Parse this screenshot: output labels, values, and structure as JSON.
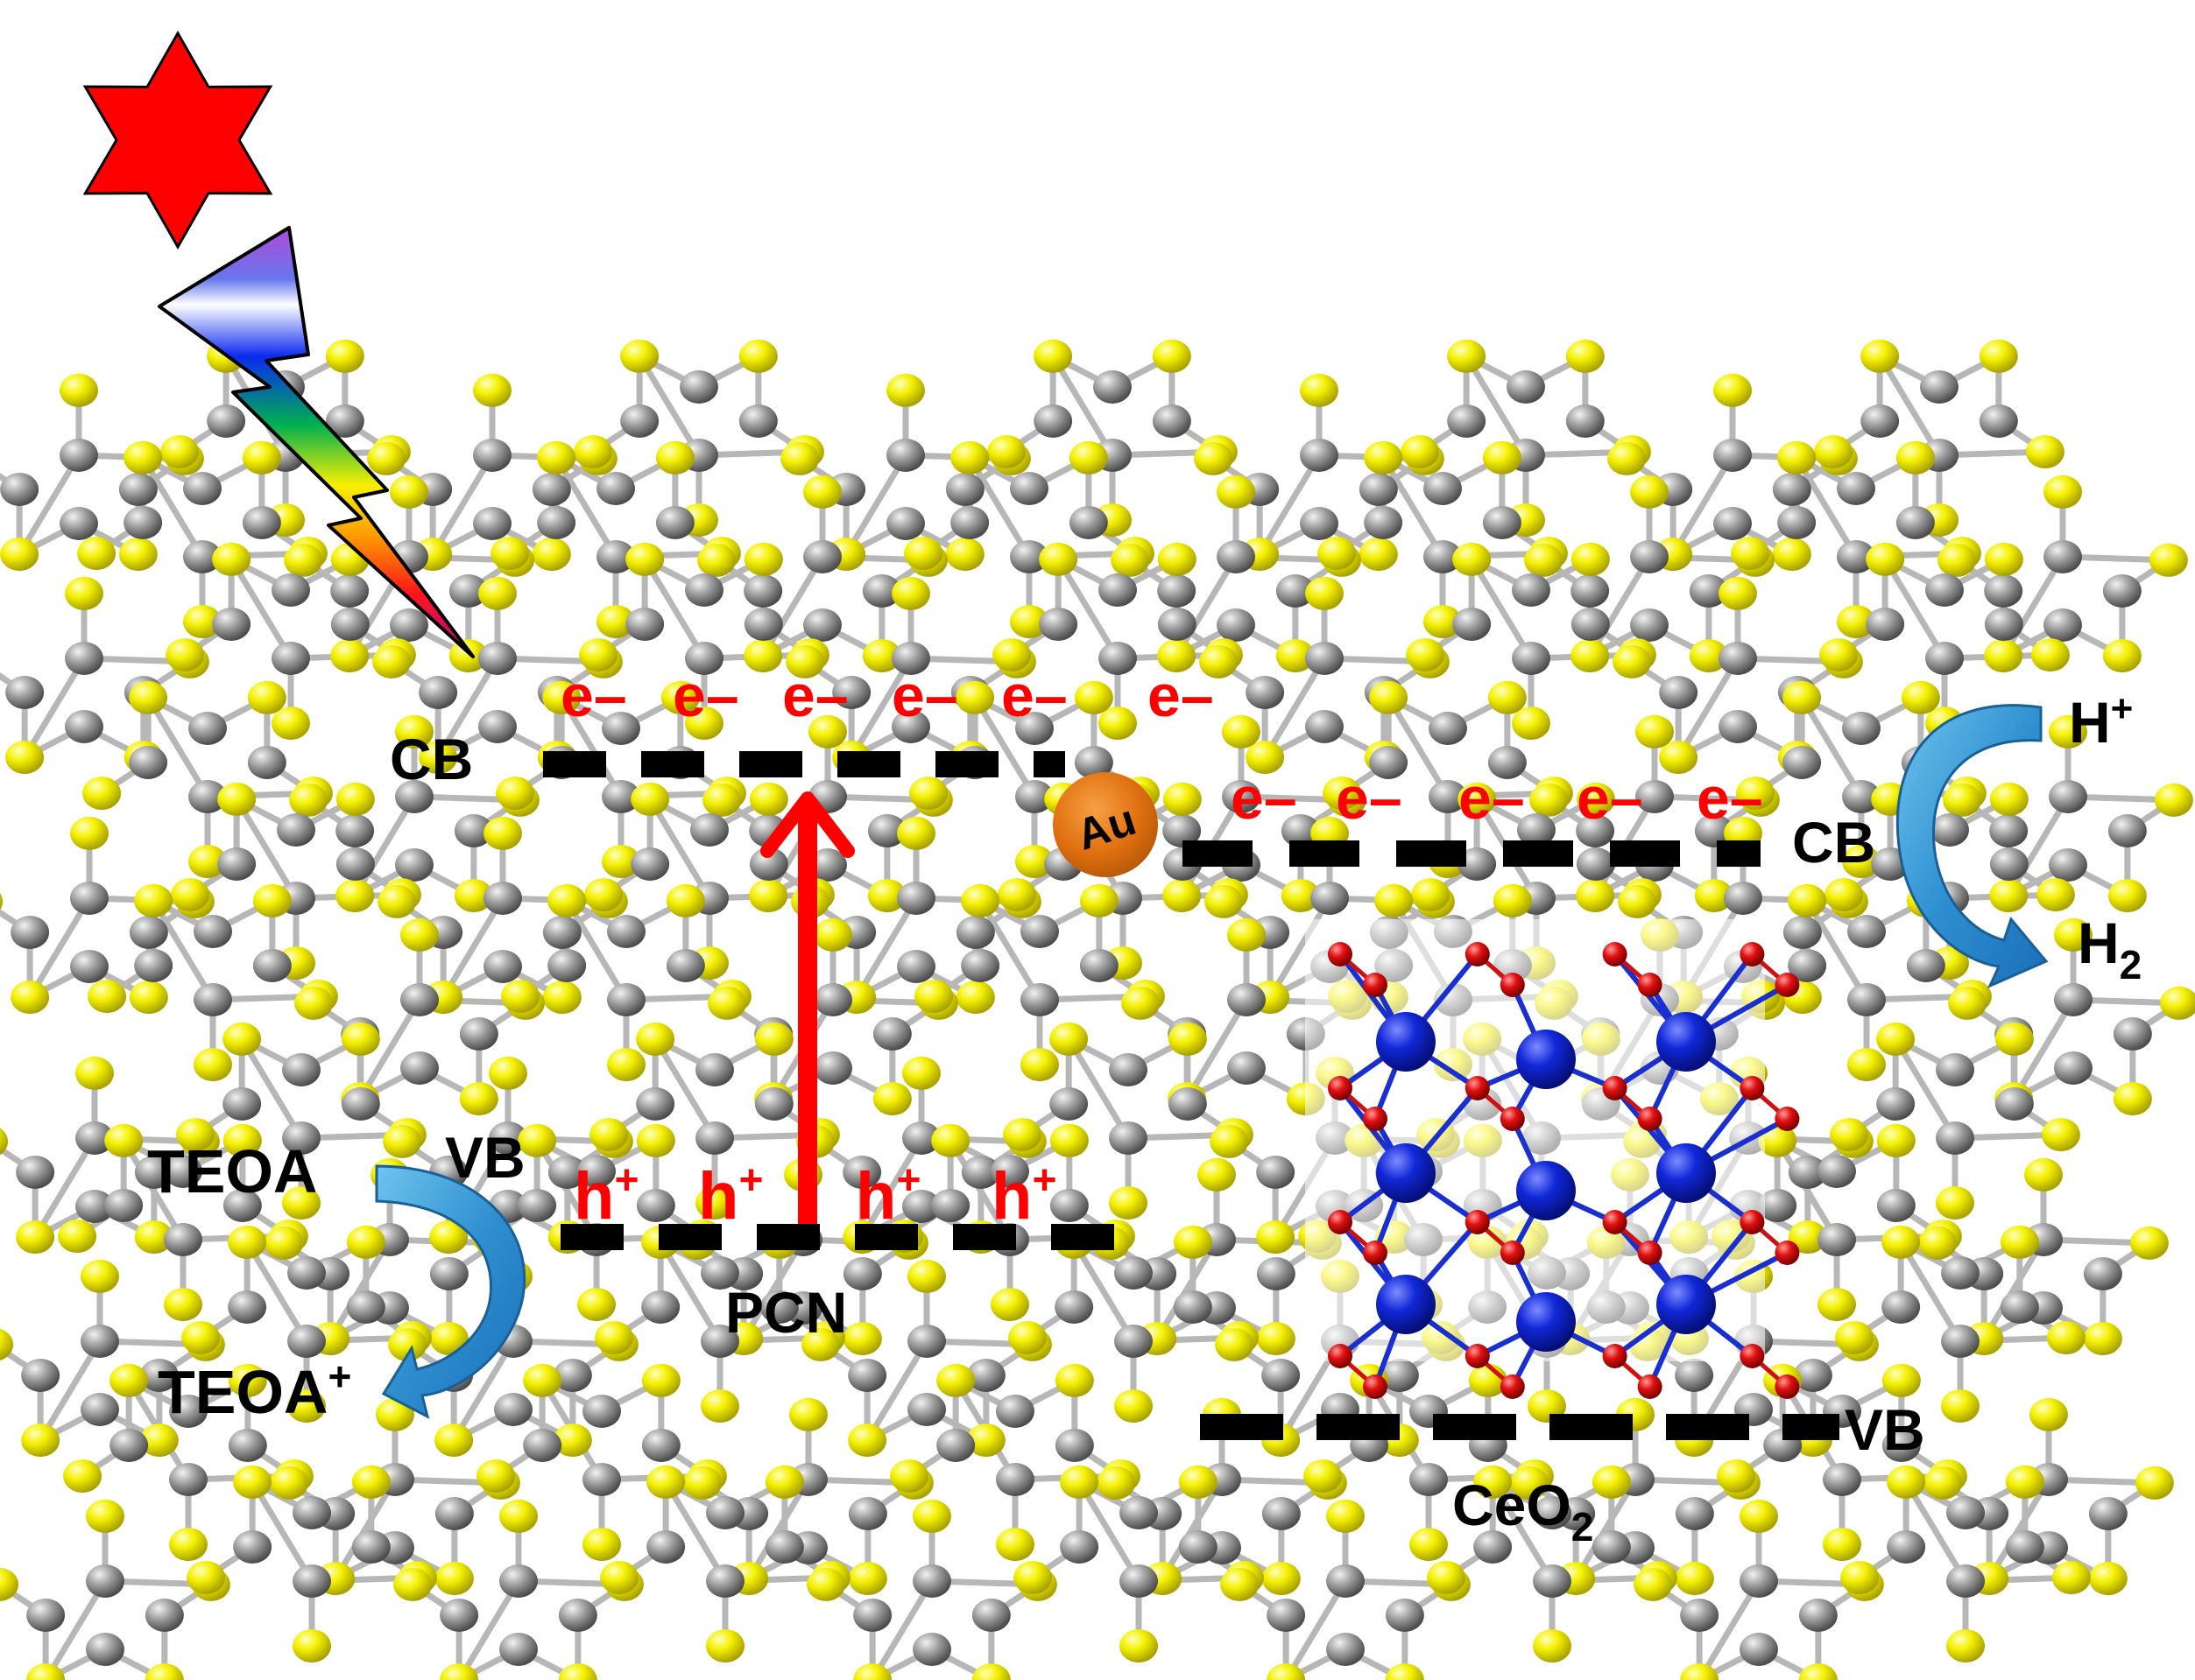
{
  "colors": {
    "background": "#ffffff",
    "lattice_light": "#f2ee00",
    "lattice_dark": "#8e8e8e",
    "electron_hole_text": "#ff0000",
    "excitation_arrow": "#ff0000",
    "au_particle": "#e07010",
    "process_arrow": "#3aa0d8",
    "ceo2_ce": "#0a1ecc",
    "ceo2_o": "#d81010",
    "band_line": "#000000"
  },
  "icons": {
    "light_source": "six-pointed-star-icon",
    "light_beam": "rainbow-lightning-bolt-icon"
  },
  "pcn": {
    "name": "PCN",
    "cb_label": "CB",
    "vb_label": "VB",
    "electrons": [
      "e–",
      "e–",
      "e–",
      "e–",
      "e–",
      "e–"
    ],
    "holes": [
      "h",
      "h",
      "h",
      "h"
    ],
    "hole_charge": "+"
  },
  "au": {
    "label": "Au"
  },
  "ceo2": {
    "name_main": "CeO",
    "name_sub": "2",
    "cb_label": "CB",
    "vb_label": "VB",
    "electrons": [
      "e–",
      "e–",
      "e–",
      "e–",
      "e–"
    ]
  },
  "reduction": {
    "reactant_main": "H",
    "reactant_sup": "+",
    "product_main": "H",
    "product_sub": "2"
  },
  "oxidation": {
    "reactant": "TEOA",
    "product_main": "TEOA",
    "product_sup": "+"
  }
}
